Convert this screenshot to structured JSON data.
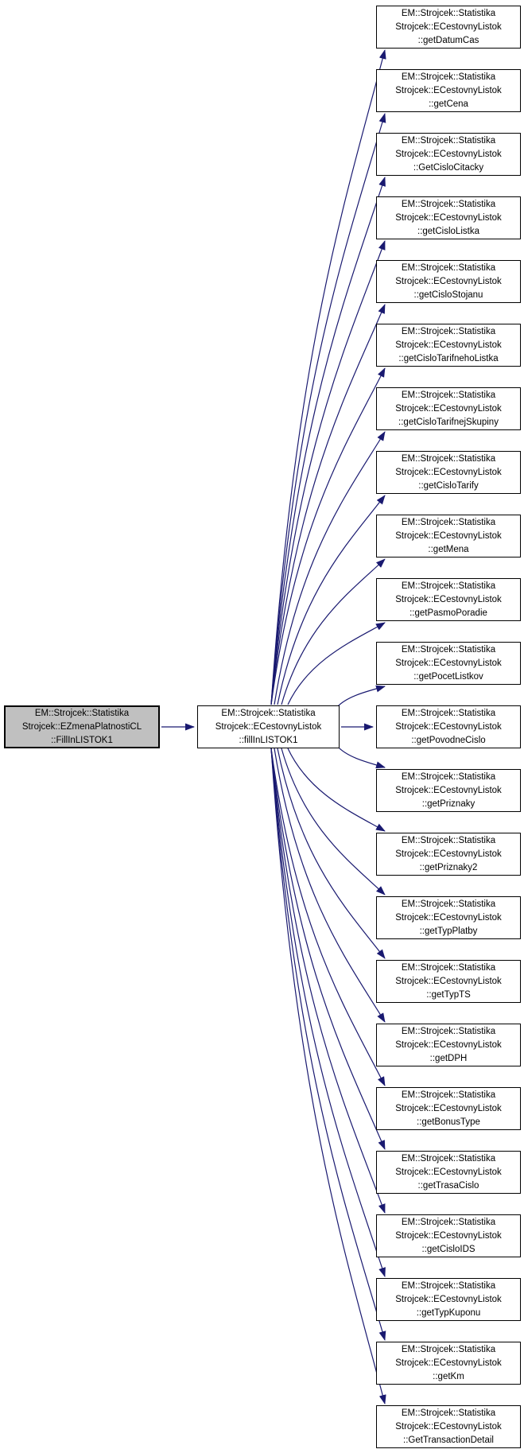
{
  "diagram": {
    "type": "doxygen-call-graph",
    "background_color": "#ffffff",
    "edge_color": "#191970",
    "node_border_color": "#000000",
    "caller_node": {
      "fill": "#c0c0c0",
      "lines": [
        "EM::Strojcek::Statistika",
        "Strojcek::EZmenaPlatnostiCL",
        "::FillInLISTOK1"
      ]
    },
    "center_node": {
      "fill": "#ffffff",
      "lines": [
        "EM::Strojcek::Statistika",
        "Strojcek::ECestovnyListok",
        "::fillInLISTOK1"
      ]
    },
    "callee_prefix": [
      "EM::Strojcek::Statistika",
      "Strojcek::ECestovnyListok"
    ],
    "callees": [
      {
        "method": "::getDatumCas"
      },
      {
        "method": "::getCena"
      },
      {
        "method": "::GetCisloCitacky"
      },
      {
        "method": "::getCisloListka"
      },
      {
        "method": "::getCisloStojanu"
      },
      {
        "method": "::getCisloTarifnehoListka"
      },
      {
        "method": "::getCisloTarifnejSkupiny"
      },
      {
        "method": "::getCisloTarify"
      },
      {
        "method": "::getMena"
      },
      {
        "method": "::getPasmoPoradie"
      },
      {
        "method": "::getPocetListkov"
      },
      {
        "method": "::getPovodneCislo"
      },
      {
        "method": "::getPriznaky"
      },
      {
        "method": "::getPriznaky2"
      },
      {
        "method": "::getTypPlatby"
      },
      {
        "method": "::getTypTS"
      },
      {
        "method": "::getDPH"
      },
      {
        "method": "::getBonusType"
      },
      {
        "method": "::getTrasaCislo"
      },
      {
        "method": "::getCisloIDS"
      },
      {
        "method": "::getTypKuponu"
      },
      {
        "method": "::getKm"
      },
      {
        "method": "::GetTransactionDetail"
      }
    ]
  }
}
